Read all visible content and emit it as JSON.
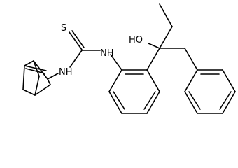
{
  "diagram": {
    "atom_labels": {
      "thione_sulfur": "S",
      "nh_left": "NH",
      "nh_right": "NH",
      "hydroxyl": "HO"
    },
    "colors": {
      "bond": "#000000",
      "label": "#000000",
      "background": "#ffffff"
    }
  }
}
